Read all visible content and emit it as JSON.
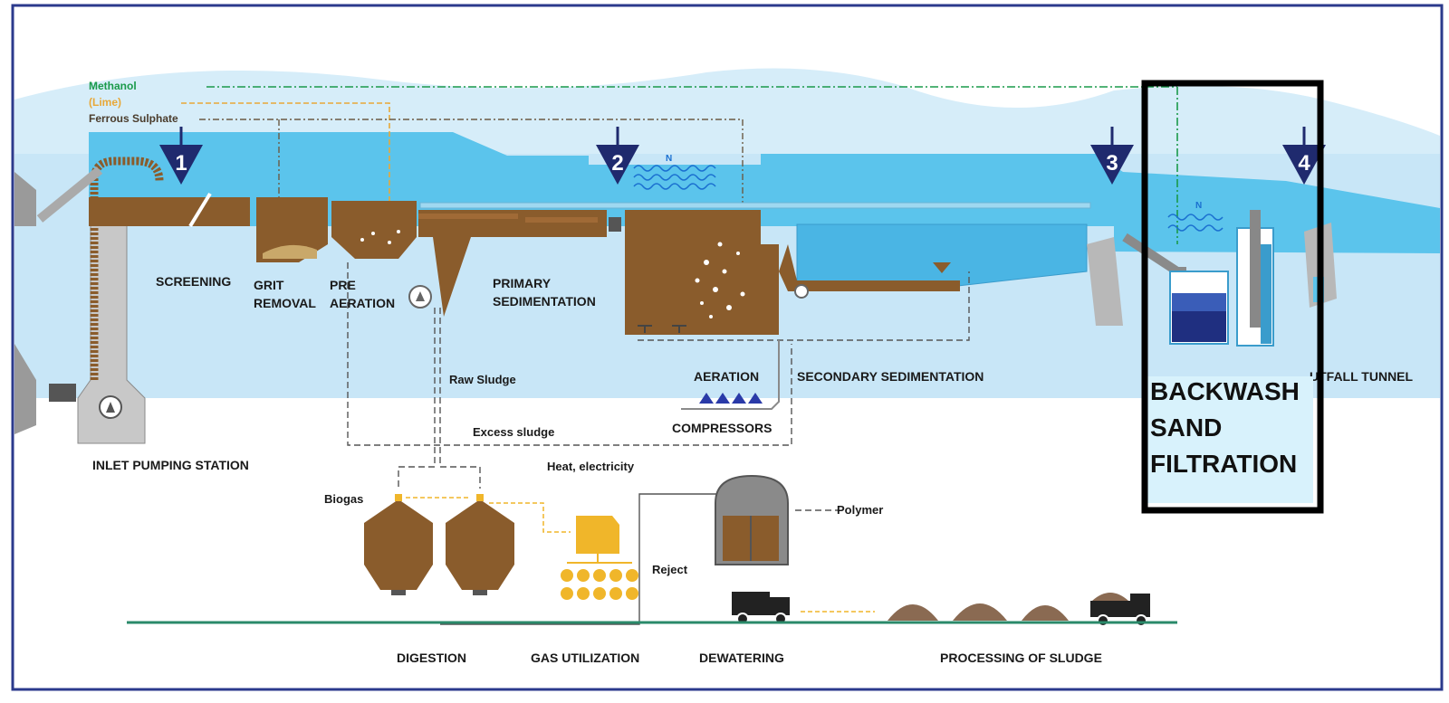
{
  "chemicals": {
    "methanol": "Methanol",
    "lime": "(Lime)",
    "ferrous": "Ferrous Sulphate"
  },
  "markers": [
    "1",
    "2",
    "3",
    "4"
  ],
  "stages": {
    "screening": "SCREENING",
    "grit_1": "GRIT",
    "grit_2": "REMOVAL",
    "pre_1": "PRE",
    "pre_2": "AERATION",
    "primary_1": "PRIMARY",
    "primary_2": "SEDIMENTATION",
    "aeration": "AERATION",
    "secondary": "SECONDARY SEDIMENTATION",
    "outfall": "UTFALL TUNNEL",
    "inlet": "INLET PUMPING STATION",
    "compressors": "COMPRESSORS",
    "digestion": "DIGESTION",
    "gas_util": "GAS UTILIZATION",
    "dewatering": "DEWATERING",
    "processing": "PROCESSING OF SLUDGE"
  },
  "flows": {
    "raw_sludge": "Raw Sludge",
    "excess_sludge": "Excess sludge",
    "heat": "Heat, electricity",
    "biogas": "Biogas",
    "polymer": "Polymer",
    "reject": "Reject",
    "n2_a": "N",
    "n2_b": "N"
  },
  "highlight": {
    "line1": "BACKWASH",
    "line2": "SAND",
    "line3": "FILTRATION"
  },
  "colors": {
    "sky": "#cfeaf8",
    "water": "#5bc4ec",
    "earth": "#8a5c2c",
    "frame": "#2b3a8c",
    "marker": "#1f2a6e",
    "methanol": "#1a9a4a",
    "lime": "#e8a838",
    "ferrous": "#6b5a44",
    "gas": "#f0b62a"
  }
}
